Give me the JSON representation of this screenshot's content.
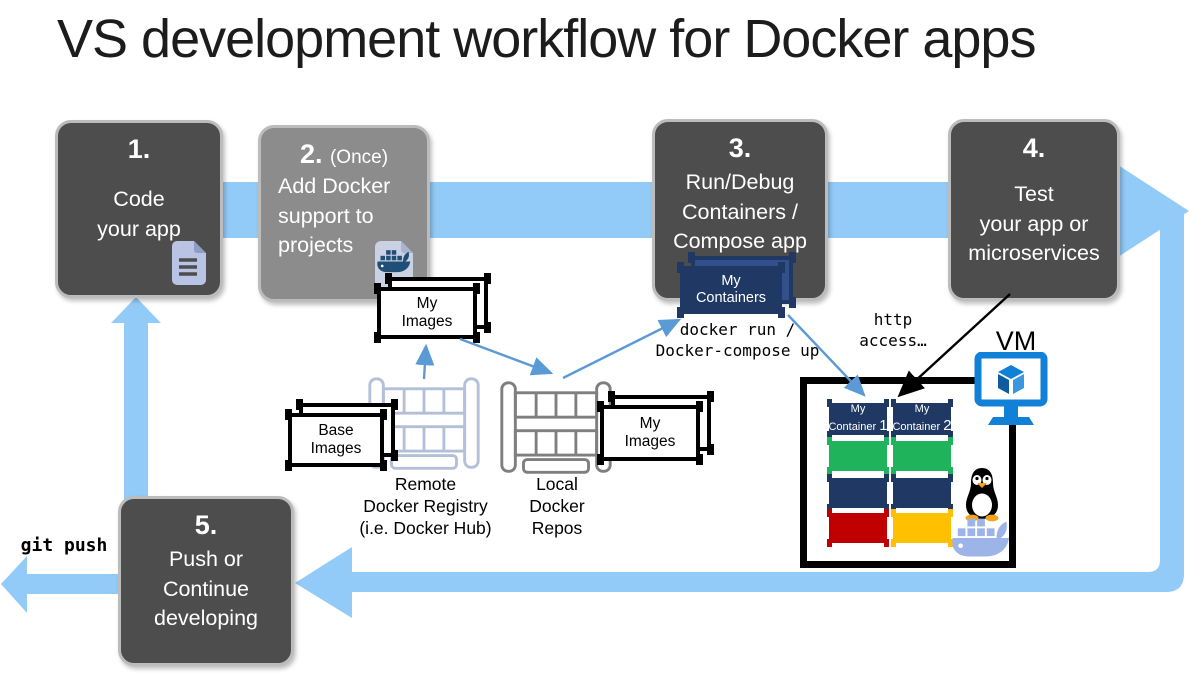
{
  "title": "VS development workflow for Docker apps",
  "colors": {
    "band": "#92cbf7",
    "thin-arrow": "#5b9bd5",
    "navy": "#1f3864",
    "green": "#1fb35b",
    "red": "#c00000",
    "yellow": "#ffc000",
    "vm-blue": "#1180d7",
    "box-dark": "#4d4d4d",
    "box-light": "#8c8c8c",
    "whale-light": "#9db4e8",
    "doc-icon": "#b9c3e4"
  },
  "steps": [
    {
      "number": "1.",
      "note": "",
      "lines": [
        "Code",
        "your app"
      ]
    },
    {
      "number": "2.",
      "note": "(Once)",
      "lines": [
        "Add Docker",
        "support to",
        "projects"
      ]
    },
    {
      "number": "3.",
      "note": "",
      "lines": [
        "Run/Debug",
        "Containers /",
        "Compose app"
      ]
    },
    {
      "number": "4.",
      "note": "",
      "lines": [
        "Test",
        "your app or",
        "microservices"
      ]
    },
    {
      "number": "5.",
      "note": "",
      "lines": [
        "Push or",
        "Continue",
        "developing"
      ]
    }
  ],
  "cargo": {
    "my_images_top": [
      "My",
      "Images"
    ],
    "base_images": [
      "Base",
      "Images"
    ],
    "my_images_local": [
      "My",
      "Images"
    ],
    "my_containers": [
      "My",
      "Containers"
    ]
  },
  "racks": {
    "remote": [
      "Remote",
      "Docker Registry",
      "(i.e. Docker Hub)"
    ],
    "local": [
      "Local",
      "Docker",
      "Repos"
    ]
  },
  "commands": {
    "docker_run": [
      "docker run /",
      "Docker-compose up"
    ],
    "http_access": [
      "http",
      "access…"
    ],
    "git_push": "git push"
  },
  "vm": {
    "label": "VM",
    "containers": [
      {
        "line1": "My",
        "name": "Container",
        "num": "1"
      },
      {
        "line1": "My",
        "name": "Container",
        "num": "2"
      }
    ]
  }
}
